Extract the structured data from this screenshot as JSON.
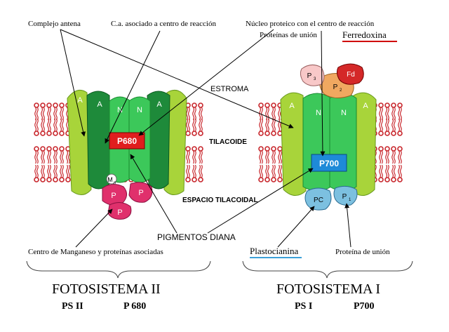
{
  "colors": {
    "membrane_red": "#c8262c",
    "antenna_light": "#a8d43a",
    "antenna_dark": "#1e8a3a",
    "core_green": "#3cc85a",
    "reaction_red": "#e01e1e",
    "p700_blue": "#1e8ad8",
    "mn_pink": "#e0306c",
    "fd_red": "#d42828",
    "orange": "#f0a860",
    "light_pink": "#f8c8c8",
    "pc_blue": "#7cc0e0",
    "underline_red": "#d00000",
    "underline_blue": "#3ca0d8"
  },
  "labels": {
    "complejo_antena": "Complejo antena",
    "ca_asociado": "C.a. asociado a centro de reacción",
    "nucleo_proteico": "Núcleo proteico con el centro de reacción",
    "proteinas_union": "Proteínas de unión",
    "ferredoxina": "Ferredoxina",
    "estroma": "ESTROMA",
    "tilacoide": "TILACOIDE",
    "espacio_tilacoidal": "ESPACIO TILACOIDAL",
    "pigmentos_diana": "PIGMENTOS DIANA",
    "centro_manganeso": "Centro de Manganeso y proteínas asociadas",
    "plastocianina": "Plastocianina",
    "proteina_union": "Proteína de unión"
  },
  "ps2": {
    "title": "FOTOSISTEMA II",
    "abbr": "PS II",
    "center_label": "P 680",
    "center": "P680",
    "antenna_a": "A",
    "core_n": "N",
    "mn": "M",
    "mn_sub": "n",
    "p": "P"
  },
  "ps1": {
    "title": "FOTOSISTEMA I",
    "abbr": "PS I",
    "center_label": "P700",
    "center": "P700",
    "antenna_a": "A",
    "core_n": "N",
    "p": "P",
    "p3_sub": "3",
    "p2_sub": "2",
    "p1_sub": "1",
    "fd": "Fd",
    "pc": "PC"
  }
}
